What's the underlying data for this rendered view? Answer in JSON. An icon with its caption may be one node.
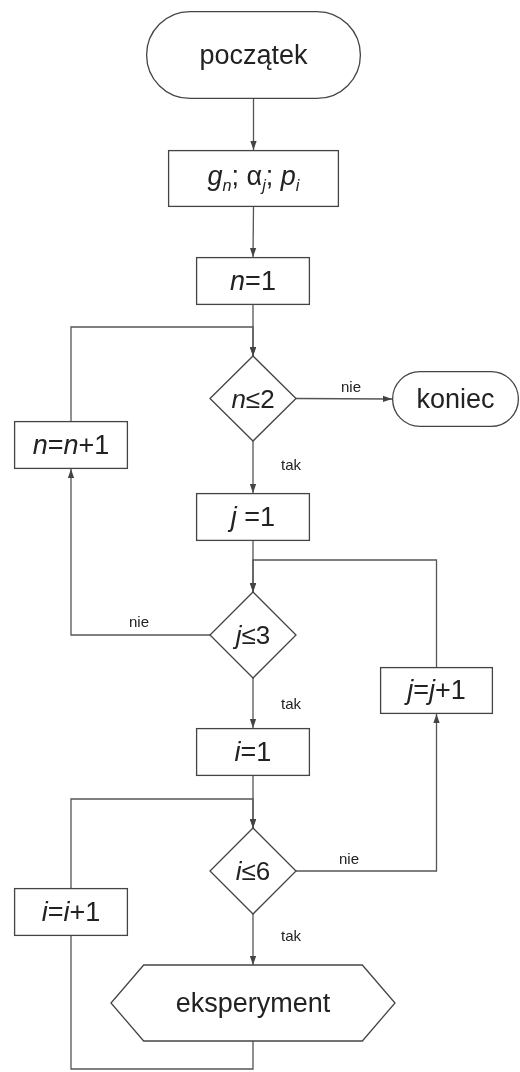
{
  "diagram": {
    "nodes": [
      {
        "text": [
          "początek"
        ]
      },
      {
        "text": [
          "*g*$_{n}$; α$_{j}$; *p*$_{i}$"
        ]
      },
      {
        "text": [
          "*n*=1"
        ]
      },
      {
        "text": [
          "*n*≤2"
        ]
      },
      {
        "text": [
          "koniec"
        ]
      },
      {
        "text": [
          "*n*=*n*+1"
        ]
      },
      {
        "text": [
          "*j* =1"
        ]
      },
      {
        "text": [
          "*j*≤3"
        ]
      },
      {
        "text": [
          "*j*=*j*+1"
        ]
      },
      {
        "text": [
          "*i*=1"
        ]
      },
      {
        "text": [
          "*i*≤6"
        ]
      },
      {
        "text": [
          "*i*=*i*+1"
        ]
      },
      {
        "text": [
          "eksperyment"
        ]
      }
    ],
    "edges": [
      {
        "from": 0,
        "to": 1,
        "arrow": "to"
      },
      {
        "from": 1,
        "to": 2,
        "arrow": "to"
      },
      {
        "from": 2,
        "to": 3,
        "arrow": "to"
      },
      {
        "from": 3,
        "to": 4,
        "arrow": "to",
        "label": "nie"
      },
      {
        "from": 3,
        "to": 6,
        "arrow": "to",
        "label": "tak"
      },
      {
        "from": 6,
        "to": 7,
        "arrow": "to"
      },
      {
        "from": 7,
        "to": 5,
        "arrow": "to",
        "label": "nie"
      },
      {
        "from": 5,
        "to": 3,
        "arrow": "to"
      },
      {
        "from": 7,
        "to": 9,
        "arrow": "to",
        "label": "tak"
      },
      {
        "from": 9,
        "to": 10,
        "arrow": "to"
      },
      {
        "from": 10,
        "to": 12,
        "arrow": "to",
        "label": "tak"
      },
      {
        "from": 10,
        "to": 8,
        "arrow": "to",
        "label": "nie"
      },
      {
        "from": 8,
        "to": 7,
        "arrow": "to"
      },
      {
        "from": 11,
        "to": 10,
        "arrow": "to"
      },
      {
        "from": 12,
        "to": 11,
        "arrow": "none"
      }
    ]
  }
}
